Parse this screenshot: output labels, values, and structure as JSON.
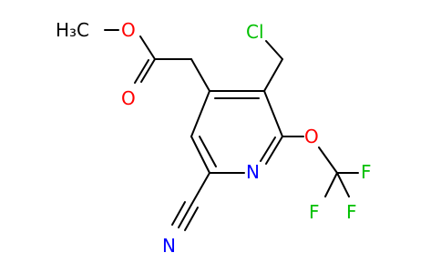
{
  "molecule": {
    "atoms": {
      "methyl": "H₃C",
      "ester_o": "O",
      "carbonyl_o": "O",
      "ring_n": "N",
      "ether_o": "O",
      "chlorine": "Cl",
      "f1": "F",
      "f2": "F",
      "f3": "F",
      "nitrile_n": "N"
    }
  },
  "colors": {
    "bond": "#000000",
    "oxygen": "#ff0000",
    "nitrogen": "#0000ff",
    "chlorine": "#00c000",
    "fluorine": "#00c000",
    "carbon": "#000000"
  }
}
